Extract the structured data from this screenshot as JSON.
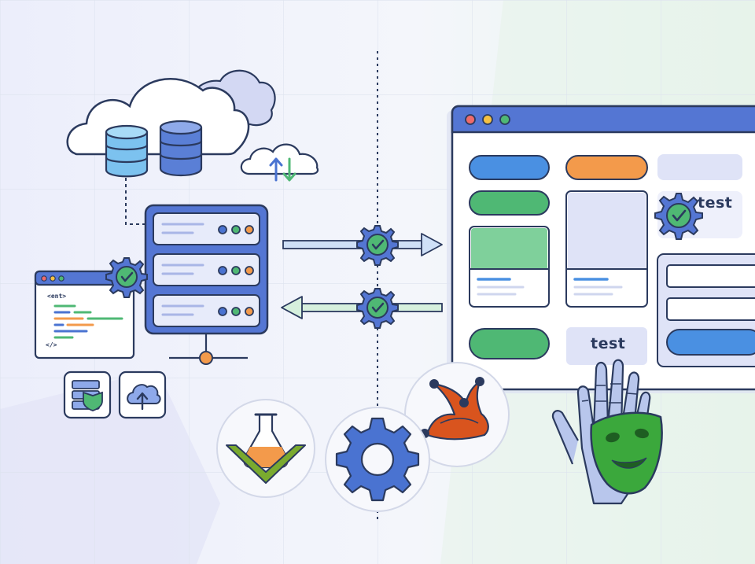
{
  "browser_window": {
    "test_label_top": "test",
    "test_label_bottom": "test"
  },
  "code_window": {
    "open_tag": "<ent>",
    "close_tag": "</>"
  },
  "icons": {
    "cloud_sync": "cloud-sync-icon",
    "database": "database-icon",
    "server": "server-rack-icon",
    "gear_check": "gear-check-icon",
    "server_shield": "server-shield-icon",
    "cloud_upload": "cloud-upload-icon",
    "flask": "flask-chevron-logo",
    "gear": "gear-icon",
    "jester": "jester-hat-logo",
    "mask": "drama-mask-logo",
    "robot_hand": "robot-hand-icon"
  },
  "colors": {
    "navy": "#2b3a5e",
    "blue": "#4a73d1",
    "green": "#4fb874",
    "orange": "#f39a4b",
    "light_blue": "#cfe0f7",
    "lavender": "#dfe3f7"
  }
}
